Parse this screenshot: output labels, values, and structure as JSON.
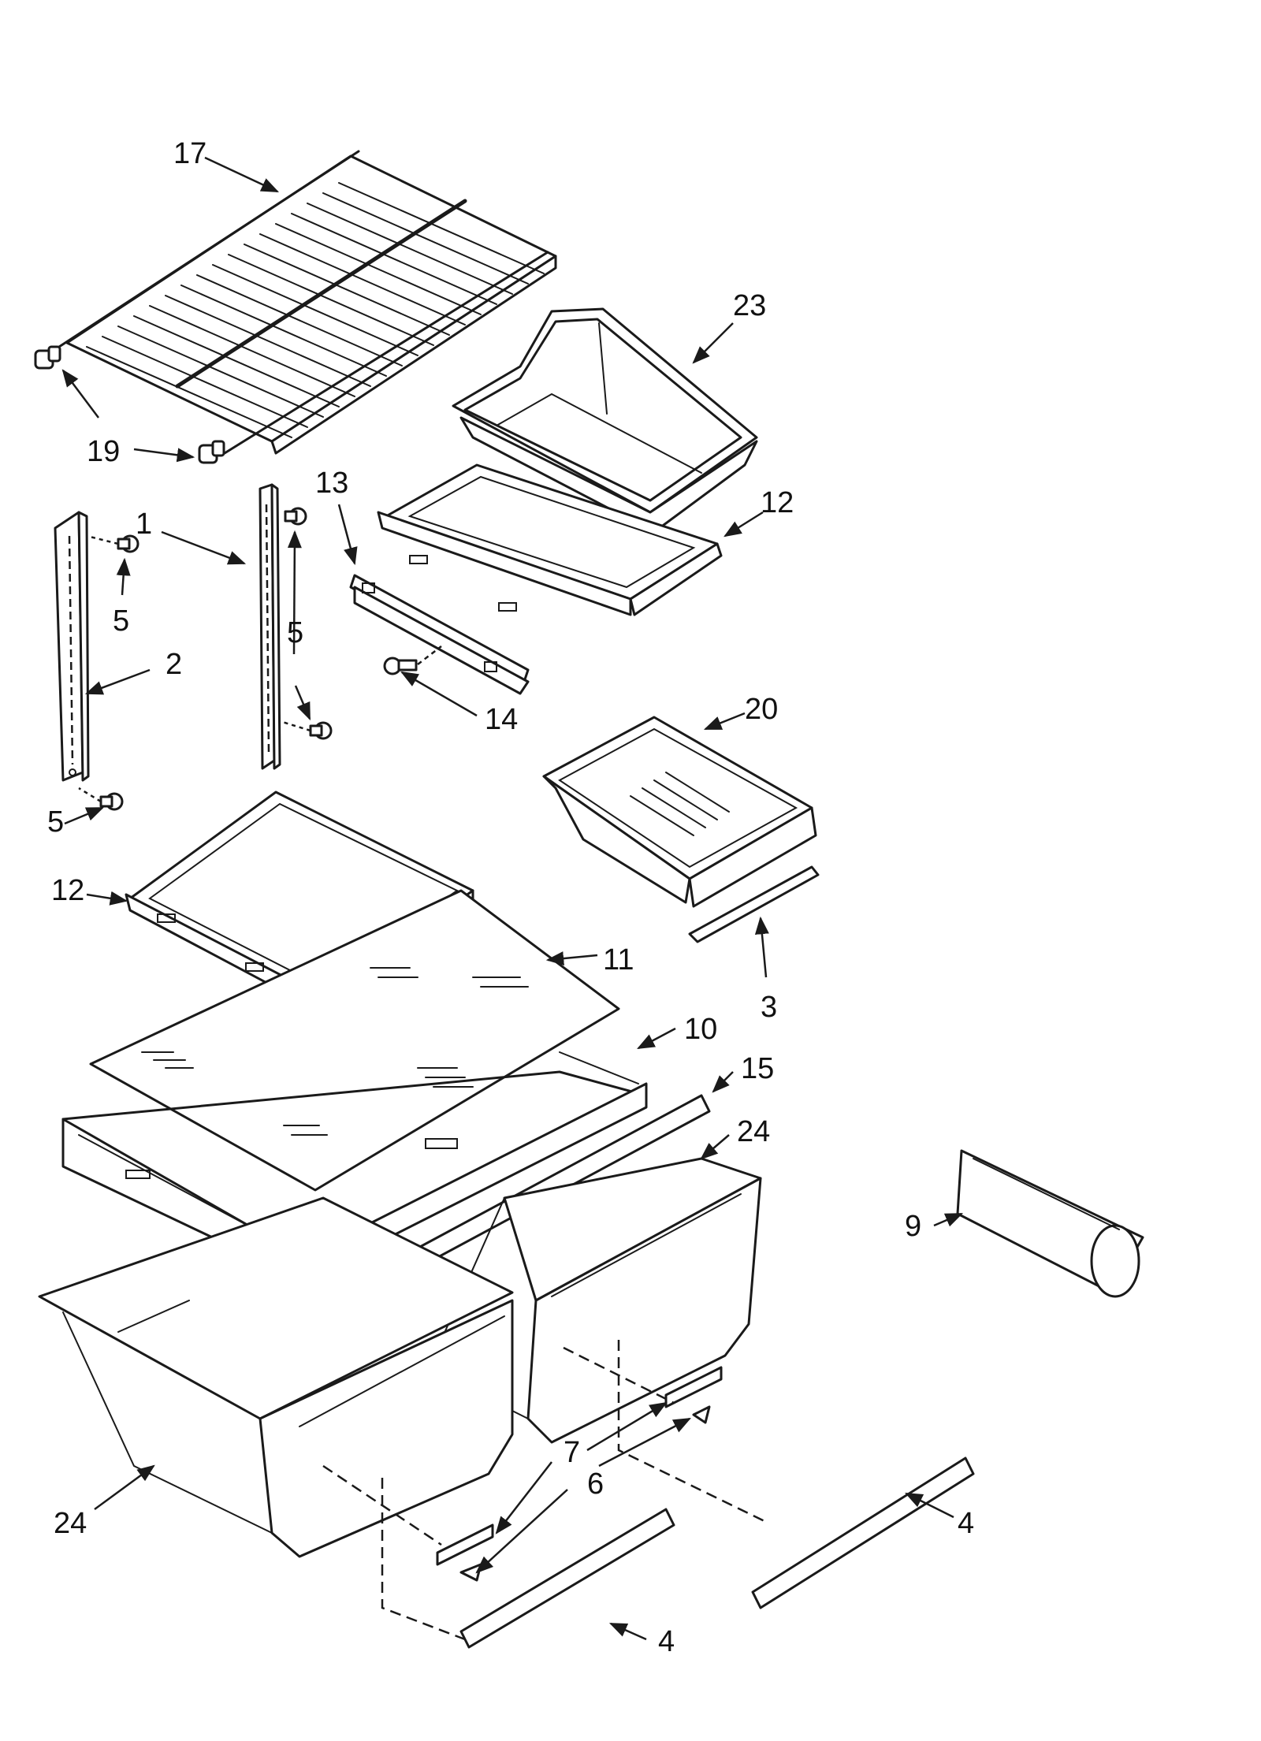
{
  "callouts": {
    "c17": "17",
    "c23": "23",
    "c19": "19",
    "c1": "1",
    "c13": "13",
    "c12a": "12",
    "c5a": "5",
    "c5b": "5",
    "c2": "2",
    "c14": "14",
    "c20": "20",
    "c5c": "5",
    "c12b": "12",
    "c11": "11",
    "c3": "3",
    "c10": "10",
    "c15": "15",
    "c24a": "24",
    "c9": "9",
    "c7": "7",
    "c6": "6",
    "c24b": "24",
    "c4a": "4",
    "c4b": "4"
  },
  "colors": {
    "line": "#1a1a1a",
    "background": "#ffffff"
  }
}
